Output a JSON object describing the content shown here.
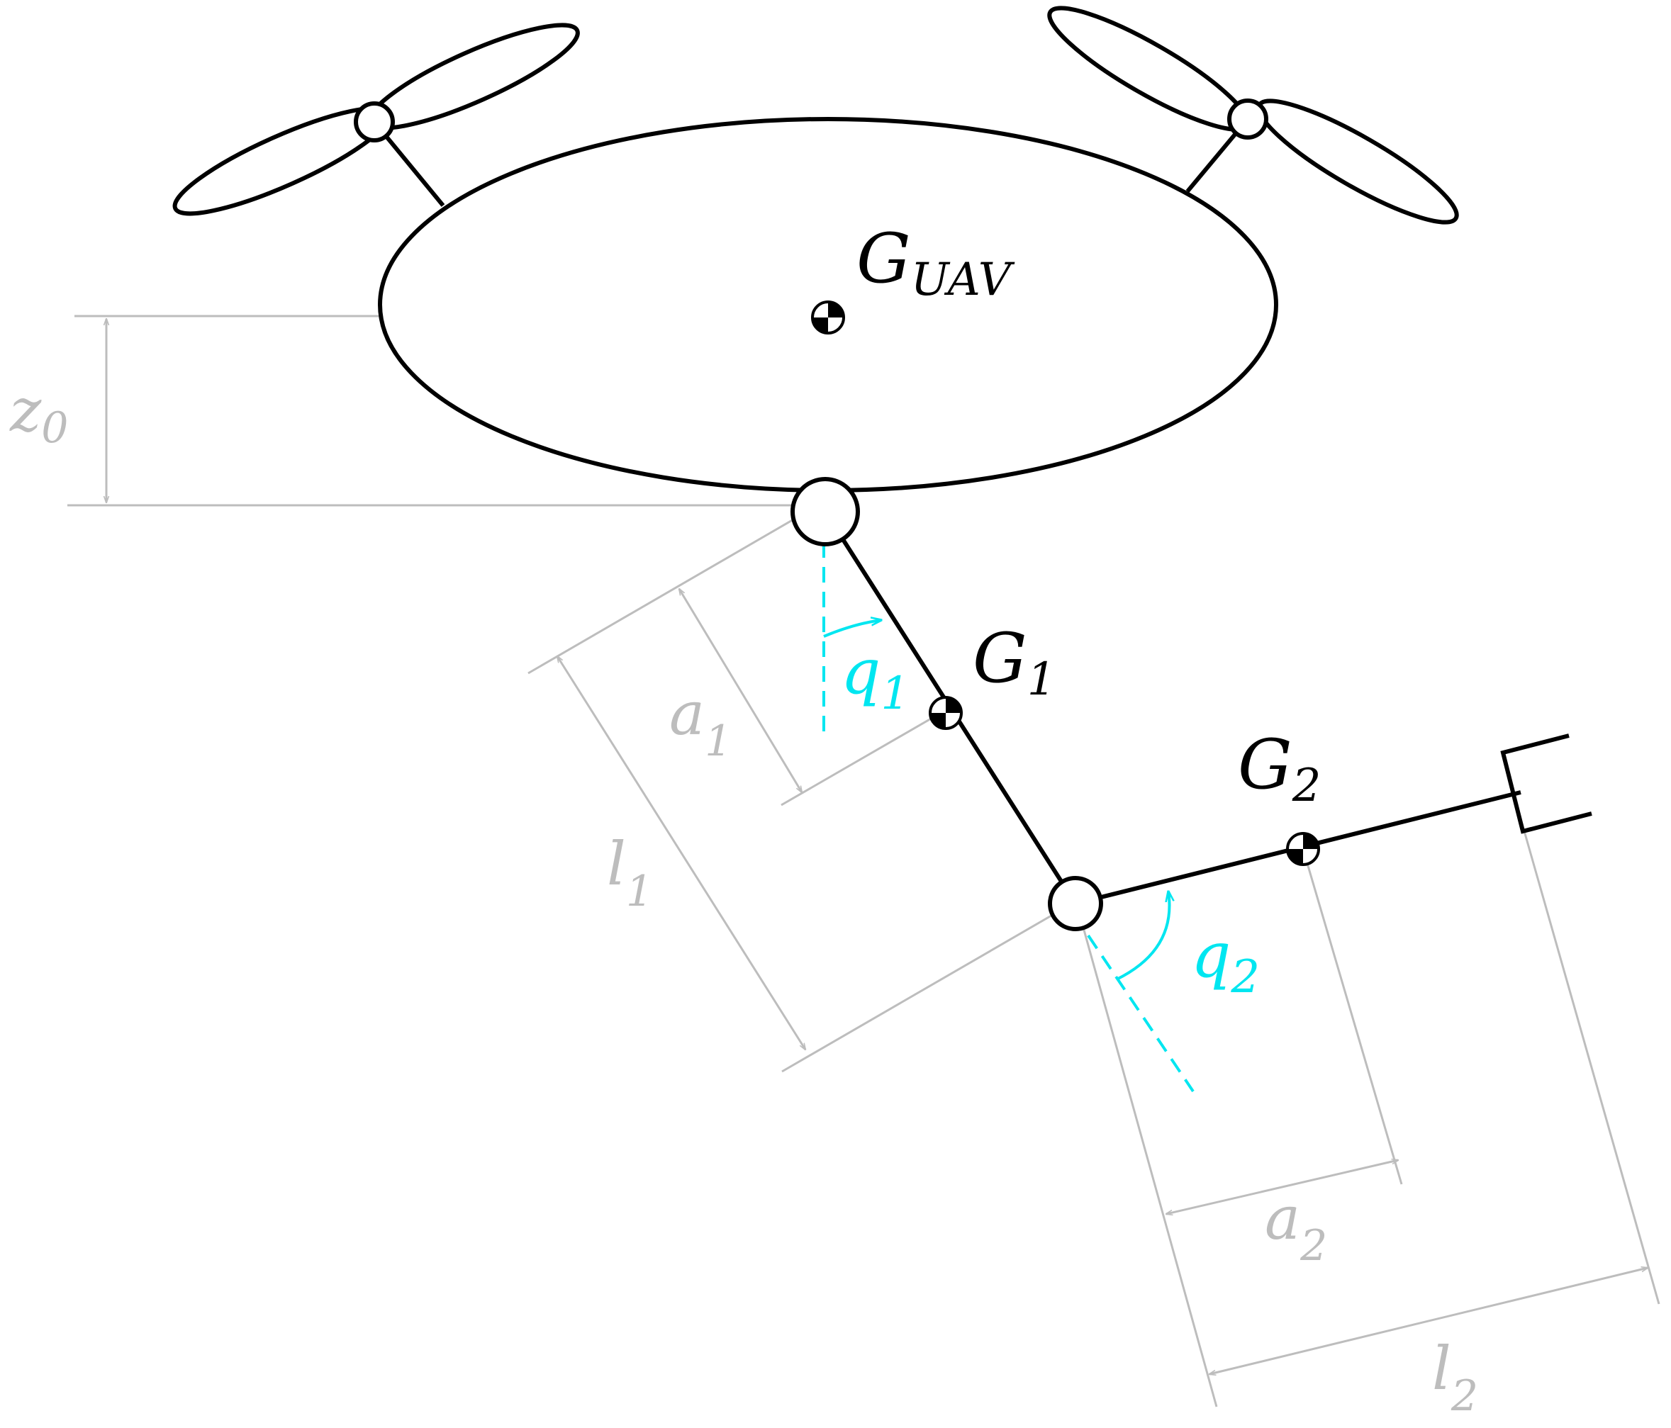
{
  "labels": {
    "g_uav": {
      "main": "G",
      "sub": "UAV"
    },
    "g_1": {
      "main": "G",
      "sub": "1"
    },
    "g_2": {
      "main": "G",
      "sub": "2"
    },
    "z_0": {
      "main": "z",
      "sub": "0"
    },
    "a_1": {
      "main": "a",
      "sub": "1"
    },
    "l_1": {
      "main": "l",
      "sub": "1"
    },
    "a_2": {
      "main": "a",
      "sub": "2"
    },
    "l_2": {
      "main": "l",
      "sub": "2"
    },
    "q_1": {
      "main": "q",
      "sub": "1"
    },
    "q_2": {
      "main": "q",
      "sub": "2"
    }
  },
  "colors": {
    "structure": "#000000",
    "dimension": "#bdbdbd",
    "angle": "#00e6f0",
    "background": "#ffffff"
  }
}
